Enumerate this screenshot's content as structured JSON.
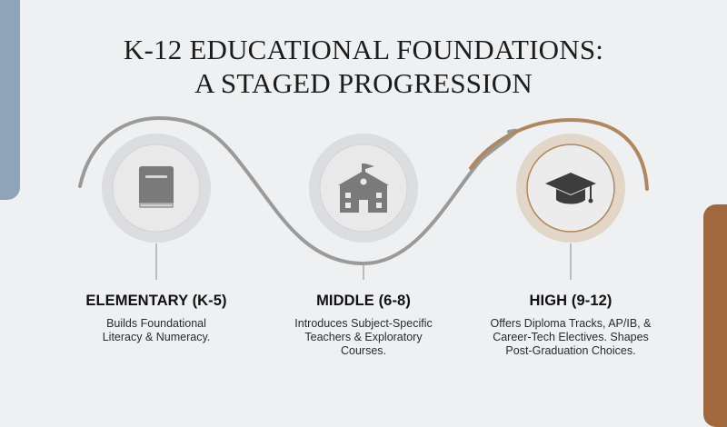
{
  "title": {
    "line1": "K-12 EDUCATIONAL FOUNDATIONS:",
    "line2": "A STAGED PROGRESSION"
  },
  "colors": {
    "background": "#eef0f2",
    "left_accent": "#8fa4b8",
    "right_accent": "#a0683c",
    "wave_gray": "#9a9a9a",
    "wave_brown": "#b08860",
    "circle_halo": "#dcdde0",
    "circle_inner": "#e9e9ea",
    "icon_gray": "#7a7a7a",
    "halo_brown": "#e2d6c8",
    "icon_dark": "#3d3d3d"
  },
  "stages": [
    {
      "icon": "book-icon",
      "title": "ELEMENTARY (K-5)",
      "description_lines": [
        "Builds Foundational",
        "Literacy & Numeracy."
      ]
    },
    {
      "icon": "school-building-icon",
      "title": "MIDDLE (6-8)",
      "description_lines": [
        "Introduces Subject-Specific",
        "Teachers & Exploratory",
        "Courses."
      ]
    },
    {
      "icon": "graduation-cap-icon",
      "title": "HIGH (9-12)",
      "description_lines": [
        "Offers Diploma Tracks, AP/IB, &",
        "Career-Tech Electives. Shapes",
        "Post-Graduation Choices."
      ]
    }
  ]
}
